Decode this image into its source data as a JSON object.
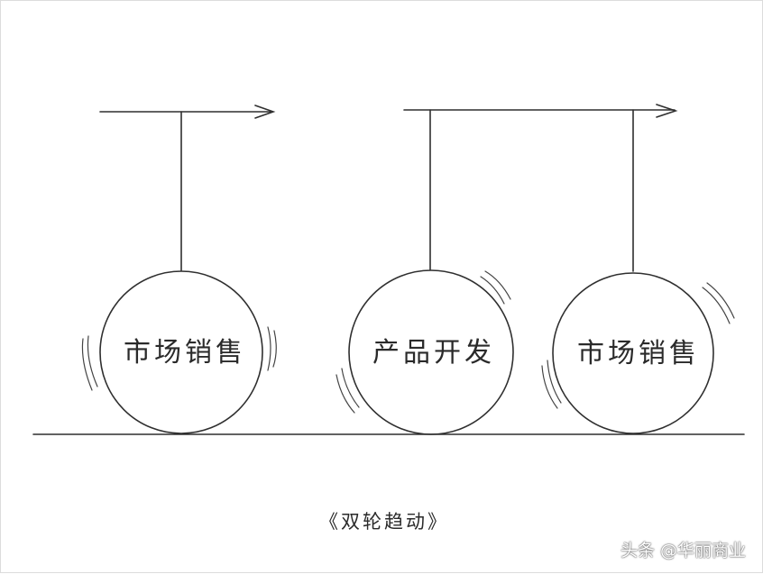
{
  "diagram": {
    "wheels": [
      {
        "label": "市场销售"
      },
      {
        "label": "产品开发"
      },
      {
        "label": "市场销售"
      }
    ],
    "caption": "《双轮趋动》",
    "line_color": "#2f2f2f"
  },
  "watermark": {
    "text": "头条 @华丽商业"
  }
}
